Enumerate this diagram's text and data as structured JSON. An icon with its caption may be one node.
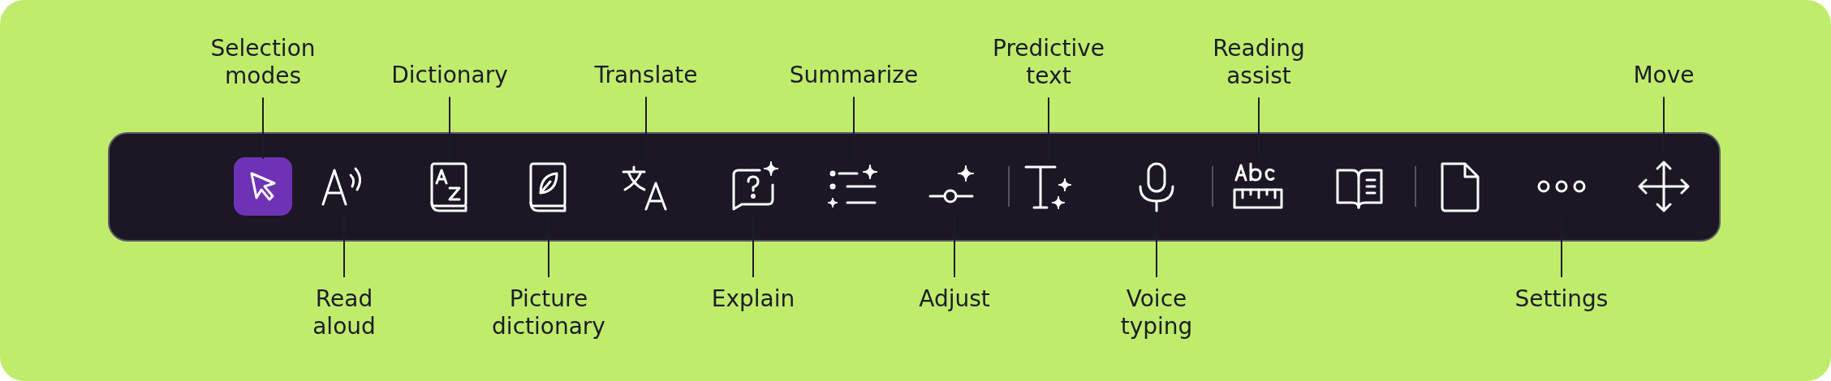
{
  "diagram": {
    "nodes": [
      {
        "text": [],
        "shape": "bar"
      },
      {
        "text": [],
        "shape": "picture",
        "in": 0
      },
      {
        "text": [],
        "shape": "picture",
        "in": 0
      },
      {
        "text": [],
        "shape": "picture",
        "in": 0
      },
      {
        "text": [],
        "shape": "picture",
        "in": 0
      },
      {
        "text": [],
        "shape": "picture",
        "in": 0
      },
      {
        "text": [],
        "shape": "picture",
        "in": 0
      },
      {
        "text": [],
        "shape": "picture",
        "in": 0
      },
      {
        "text": [],
        "shape": "picture",
        "in": 0
      },
      {
        "text": [],
        "shape": "picture",
        "in": 0
      },
      {
        "text": [],
        "shape": "picture",
        "in": 0
      },
      {
        "text": [],
        "shape": "picture",
        "in": 0
      },
      {
        "text": [],
        "shape": "picture",
        "in": 0
      },
      {
        "text": [],
        "shape": "picture",
        "in": 0
      },
      {
        "text": [],
        "shape": "picture",
        "in": 0
      },
      {
        "text": [],
        "shape": "picture",
        "in": 0
      },
      {
        "text": [
          "Selection modes"
        ]
      },
      {
        "text": [
          "Read aloud"
        ]
      },
      {
        "text": [
          "Dictionary"
        ]
      },
      {
        "text": [
          "Picture dictionary"
        ]
      },
      {
        "text": [
          "Translate"
        ]
      },
      {
        "text": [
          "Explain"
        ]
      },
      {
        "text": [
          "Summarize"
        ]
      },
      {
        "text": [
          "Adjust"
        ]
      },
      {
        "text": [
          "Predictive text"
        ]
      },
      {
        "text": [
          "Voice typing"
        ]
      },
      {
        "text": [
          "Reading assist"
        ]
      },
      {
        "text": [
          "Settings"
        ]
      },
      {
        "text": [
          "Move"
        ]
      }
    ],
    "edges": [
      {
        "from": 16,
        "to": 1,
        "arrow": "none"
      },
      {
        "from": 17,
        "to": 2,
        "arrow": "none"
      },
      {
        "from": 18,
        "to": 3,
        "arrow": "none"
      },
      {
        "from": 19,
        "to": 4,
        "arrow": "none"
      },
      {
        "from": 20,
        "to": 5,
        "arrow": "none"
      },
      {
        "from": 21,
        "to": 6,
        "arrow": "none"
      },
      {
        "from": 22,
        "to": 7,
        "arrow": "none"
      },
      {
        "from": 23,
        "to": 8,
        "arrow": "none"
      },
      {
        "from": 24,
        "to": 9,
        "arrow": "none"
      },
      {
        "from": 25,
        "to": 10,
        "arrow": "none"
      },
      {
        "from": 26,
        "to": 11,
        "arrow": "none"
      },
      {
        "from": 27,
        "to": 14,
        "arrow": "none"
      },
      {
        "from": 28,
        "to": 15,
        "arrow": "none"
      }
    ]
  }
}
